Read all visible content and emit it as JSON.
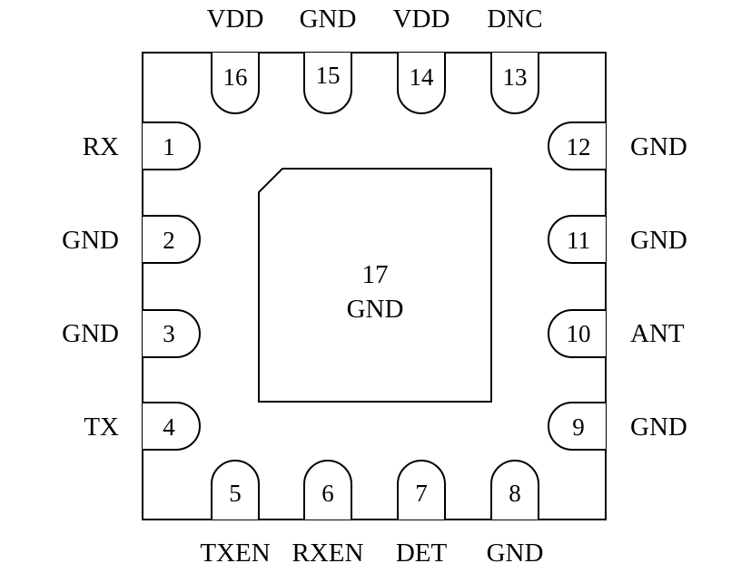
{
  "pins": [
    {
      "number": "1",
      "label": "RX"
    },
    {
      "number": "2",
      "label": "GND"
    },
    {
      "number": "3",
      "label": "GND"
    },
    {
      "number": "4",
      "label": "TX"
    },
    {
      "number": "5",
      "label": "TXEN"
    },
    {
      "number": "6",
      "label": "RXEN"
    },
    {
      "number": "7",
      "label": "DET"
    },
    {
      "number": "8",
      "label": "GND"
    },
    {
      "number": "9",
      "label": "GND"
    },
    {
      "number": "10",
      "label": "ANT"
    },
    {
      "number": "11",
      "label": "GND"
    },
    {
      "number": "12",
      "label": "GND"
    },
    {
      "number": "13",
      "label": "DNC"
    },
    {
      "number": "14",
      "label": "VDD"
    },
    {
      "number": "15",
      "label": "GND"
    },
    {
      "number": "16",
      "label": "VDD"
    }
  ],
  "exposed_pad": {
    "number": "17",
    "label": "GND"
  }
}
